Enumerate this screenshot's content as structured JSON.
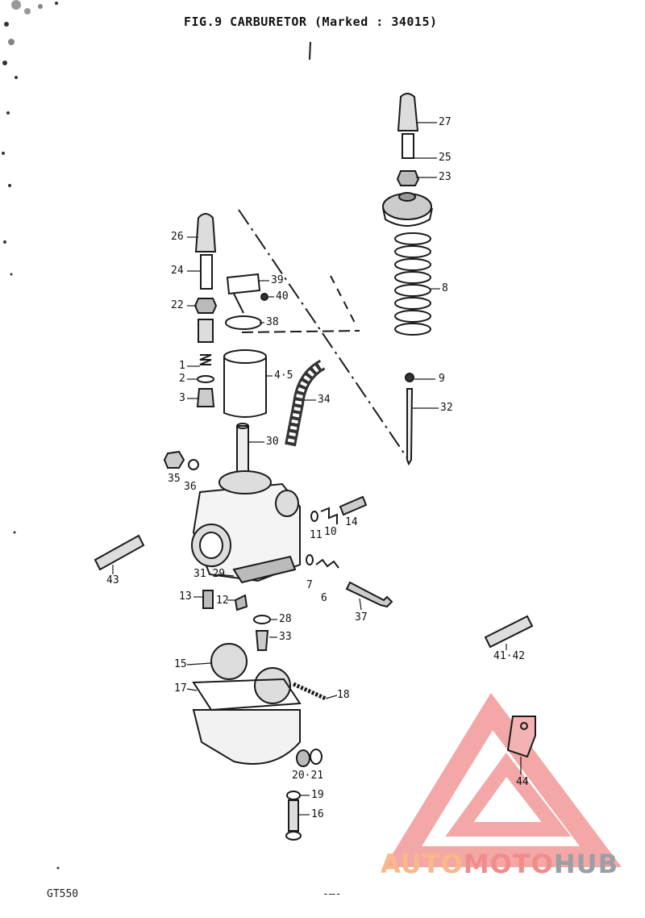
{
  "title": "FIG.9  CARBURETOR (Marked : 34015)",
  "footer": {
    "model": "GT550",
    "page": "-—-"
  },
  "watermark": {
    "part1": "AUTO",
    "part2": "MOTO",
    "part3": "HUB",
    "color_orange": "#f7b98a",
    "color_red": "#f28c8c",
    "color_gray": "#9aa0a6"
  },
  "labels": {
    "l27": "27",
    "l25": "25",
    "l23": "23",
    "l8": "8",
    "l9": "9",
    "l32": "32",
    "l26": "26",
    "l24": "24",
    "l22": "22",
    "l39": "39",
    "l40": "40",
    "l38": "38",
    "l1": "1",
    "l2": "2",
    "l3": "3",
    "l45": "4·5",
    "l34": "34",
    "l30": "30",
    "l35": "35",
    "l36": "36",
    "l11": "11",
    "l10": "10",
    "l14": "14",
    "l43": "43",
    "l3129": "31·29",
    "l7": "7",
    "l6": "6",
    "l37": "37",
    "l13": "13",
    "l12": "12",
    "l28": "28",
    "l33": "33",
    "l4142": "41·42",
    "l15": "15",
    "l17": "17",
    "l18": "18",
    "l2021": "20·21",
    "l44": "44",
    "l19": "19",
    "l16": "16"
  }
}
